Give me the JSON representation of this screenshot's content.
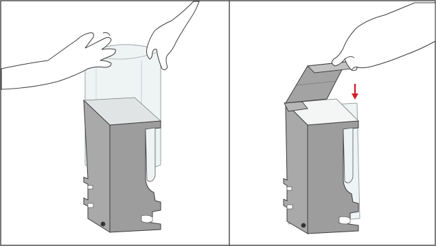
{
  "figure": {
    "panels": [
      {
        "id": "panel-1",
        "step": "hold-clear-bin-and-lower-into-cardboard-sleeve"
      },
      {
        "id": "panel-2",
        "step": "close-top-flap"
      }
    ],
    "colors": {
      "frame": "#222222",
      "cardboard_front": "#a8a8a8",
      "cardboard_side": "#c6c6c6",
      "cardboard_dark": "#8f8f8f",
      "clear_plastic": "#eef3f4",
      "outline": "#3a3a3a",
      "skin": "#ffffff",
      "arrow": "#d0212a"
    },
    "icons": [
      "hand-icon",
      "down-arrow-icon"
    ]
  }
}
